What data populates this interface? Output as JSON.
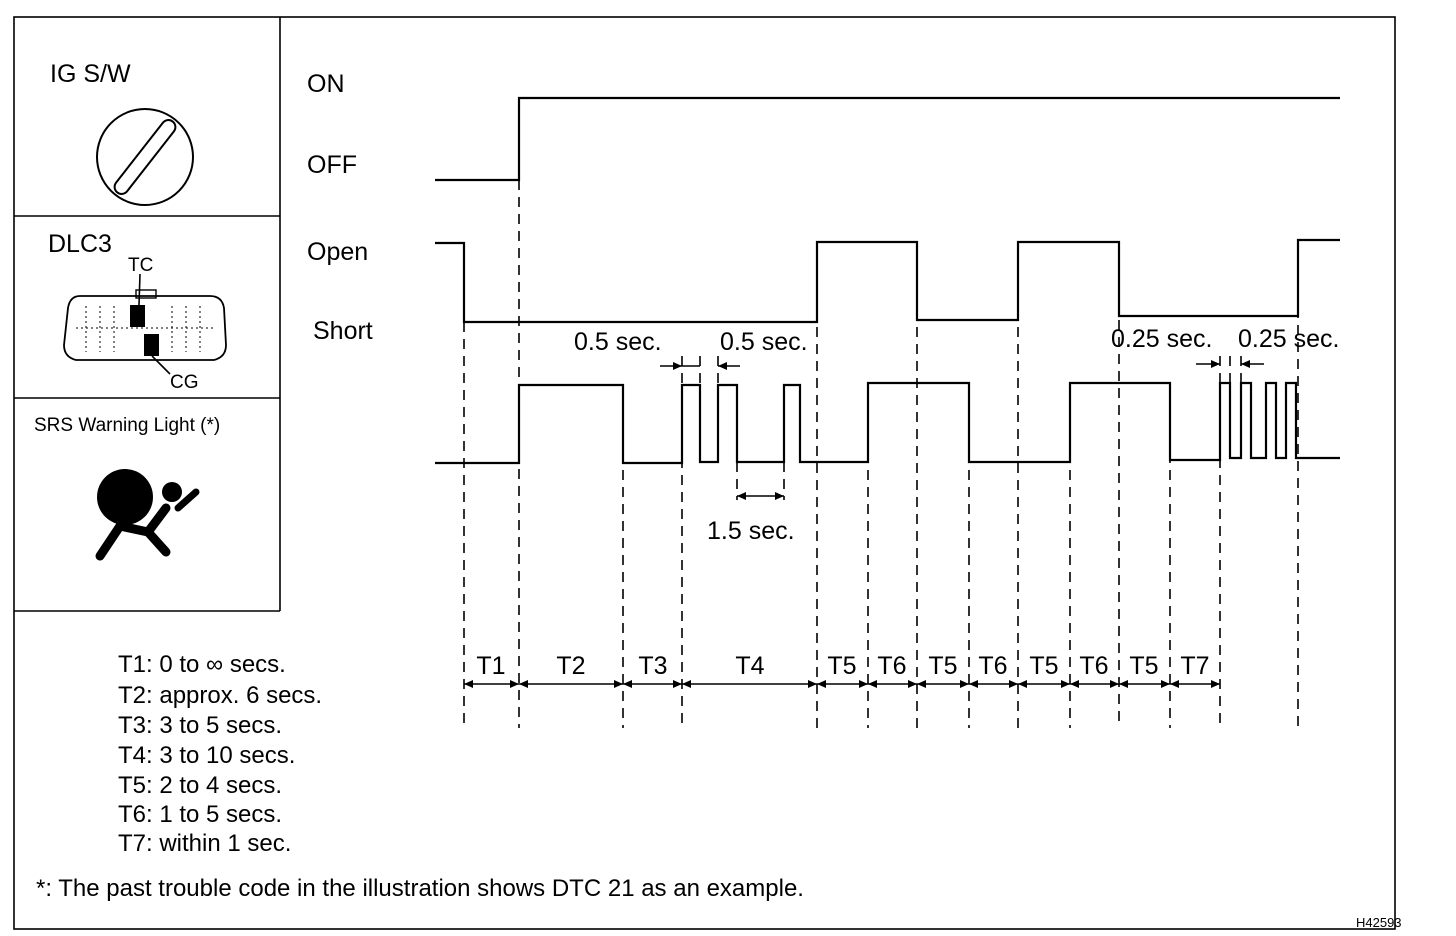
{
  "panel": {
    "ig_sw": "IG S/W",
    "dlc3": "DLC3",
    "tc": "TC",
    "cg": "CG",
    "srs": "SRS Warning Light (*)"
  },
  "levels": {
    "on": "ON",
    "off": "OFF",
    "open": "Open",
    "short": "Short"
  },
  "dimensions": {
    "d05a": "0.5 sec.",
    "d05b": "0.5 sec.",
    "d15": "1.5 sec.",
    "d025a": "0.25 sec.",
    "d025b": "0.25 sec."
  },
  "periods": [
    "T1",
    "T2",
    "T3",
    "T4",
    "T5",
    "T6",
    "T5",
    "T6",
    "T5",
    "T6",
    "T5",
    "T7"
  ],
  "legend": [
    "T1: 0 to ∞ secs.",
    "T2: approx. 6 secs.",
    "T3: 3 to 5 secs.",
    "T4: 3 to 10 secs.",
    "T5: 2 to 4 secs.",
    "T6: 1 to 5 secs.",
    "T7: within 1 sec."
  ],
  "footnote": "*: The past trouble code in the illustration shows DTC 21 as an example.",
  "figure_id": "H42593"
}
